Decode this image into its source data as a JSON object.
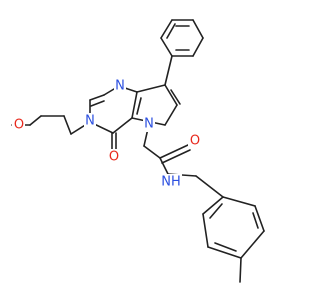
{
  "colors": {
    "bond": "#222222",
    "oxygen": "#e8281c",
    "nitrogen": "#2b4fe0",
    "background": "#ffffff"
  },
  "atoms": {
    "methoxy_o": {
      "label": "O",
      "element": "oxygen"
    },
    "n_ring_top": {
      "label": "N",
      "element": "nitrogen"
    },
    "n_ring_mid": {
      "label": "N",
      "element": "nitrogen"
    },
    "n_pyrrole": {
      "label": "N",
      "element": "nitrogen"
    },
    "carbonyl_o_ring": {
      "label": "O",
      "element": "oxygen"
    },
    "carbonyl_o_amide": {
      "label": "O",
      "element": "oxygen"
    },
    "amide_nh": {
      "label": "NH",
      "element": "nitrogen"
    }
  }
}
